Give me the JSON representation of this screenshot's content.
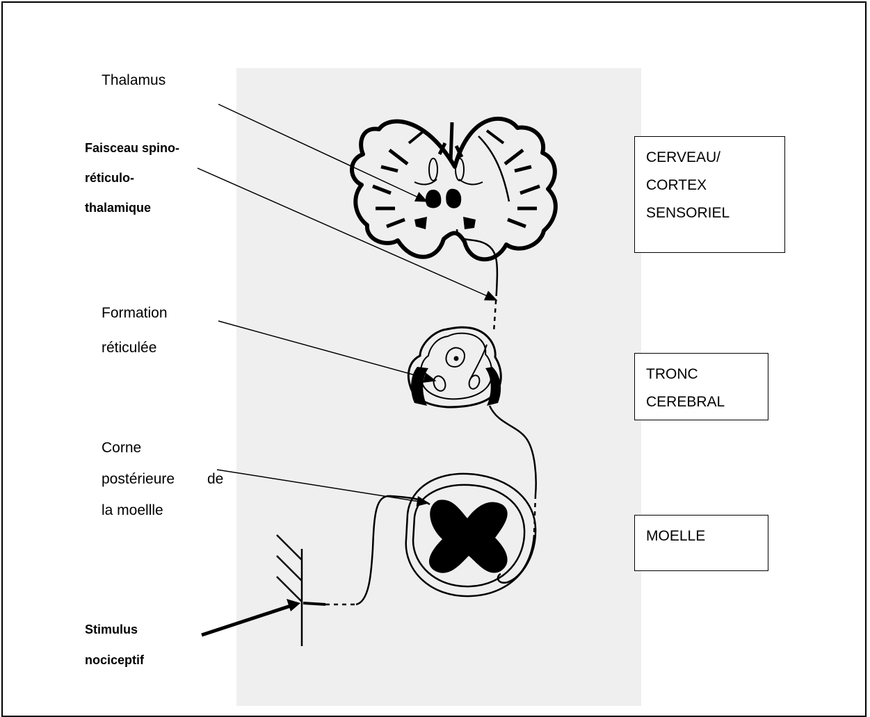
{
  "left_labels": {
    "thalamus": "Thalamus",
    "faisceau": [
      "Faisceau  spino-",
      "réticulo-",
      "thalamique"
    ],
    "formation": [
      "Formation",
      "réticulée"
    ],
    "corne": [
      "Corne",
      "postérieure",
      "de",
      "la moellle"
    ],
    "stimulus": [
      "Stimulus",
      "nociceptif"
    ]
  },
  "level_boxes": {
    "cerveau": [
      "CERVEAU/",
      "CORTEX",
      "SENSORIEL"
    ],
    "tronc": [
      "TRONC",
      "CEREBRAL"
    ],
    "moelle": [
      "MOELLE"
    ]
  }
}
